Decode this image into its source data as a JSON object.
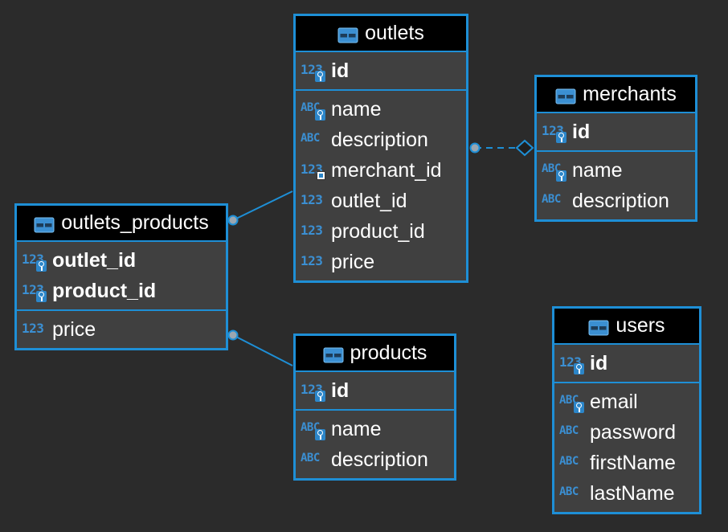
{
  "colors": {
    "background": "#2b2b2b",
    "border_accent": "#1e8fd6",
    "header_bg": "#000000",
    "body_bg": "#404040",
    "type_icon": "#3b8fd2"
  },
  "tables": {
    "outlets": {
      "name": "outlets",
      "sections": [
        [
          {
            "name": "id",
            "type": "123",
            "pk": true
          }
        ],
        [
          {
            "name": "name",
            "type": "ABC",
            "key": true
          },
          {
            "name": "description",
            "type": "ABC"
          },
          {
            "name": "merchant_id",
            "type": "123",
            "fk": true
          },
          {
            "name": "outlet_id",
            "type": "123"
          },
          {
            "name": "product_id",
            "type": "123"
          },
          {
            "name": "price",
            "type": "123"
          }
        ]
      ]
    },
    "merchants": {
      "name": "merchants",
      "sections": [
        [
          {
            "name": "id",
            "type": "123",
            "pk": true
          }
        ],
        [
          {
            "name": "name",
            "type": "ABC",
            "key": true
          },
          {
            "name": "description",
            "type": "ABC"
          }
        ]
      ]
    },
    "outlets_products": {
      "name": "outlets_products",
      "sections": [
        [
          {
            "name": "outlet_id",
            "type": "123",
            "pk": true
          },
          {
            "name": "product_id",
            "type": "123",
            "pk": true
          }
        ],
        [
          {
            "name": "price",
            "type": "123"
          }
        ]
      ]
    },
    "products": {
      "name": "products",
      "sections": [
        [
          {
            "name": "id",
            "type": "123",
            "pk": true
          }
        ],
        [
          {
            "name": "name",
            "type": "ABC",
            "key": true
          },
          {
            "name": "description",
            "type": "ABC"
          }
        ]
      ]
    },
    "users": {
      "name": "users",
      "sections": [
        [
          {
            "name": "id",
            "type": "123",
            "pk": true
          }
        ],
        [
          {
            "name": "email",
            "type": "ABC",
            "key": true
          },
          {
            "name": "password",
            "type": "ABC"
          },
          {
            "name": "firstName",
            "type": "ABC"
          },
          {
            "name": "lastName",
            "type": "ABC"
          }
        ]
      ]
    }
  }
}
